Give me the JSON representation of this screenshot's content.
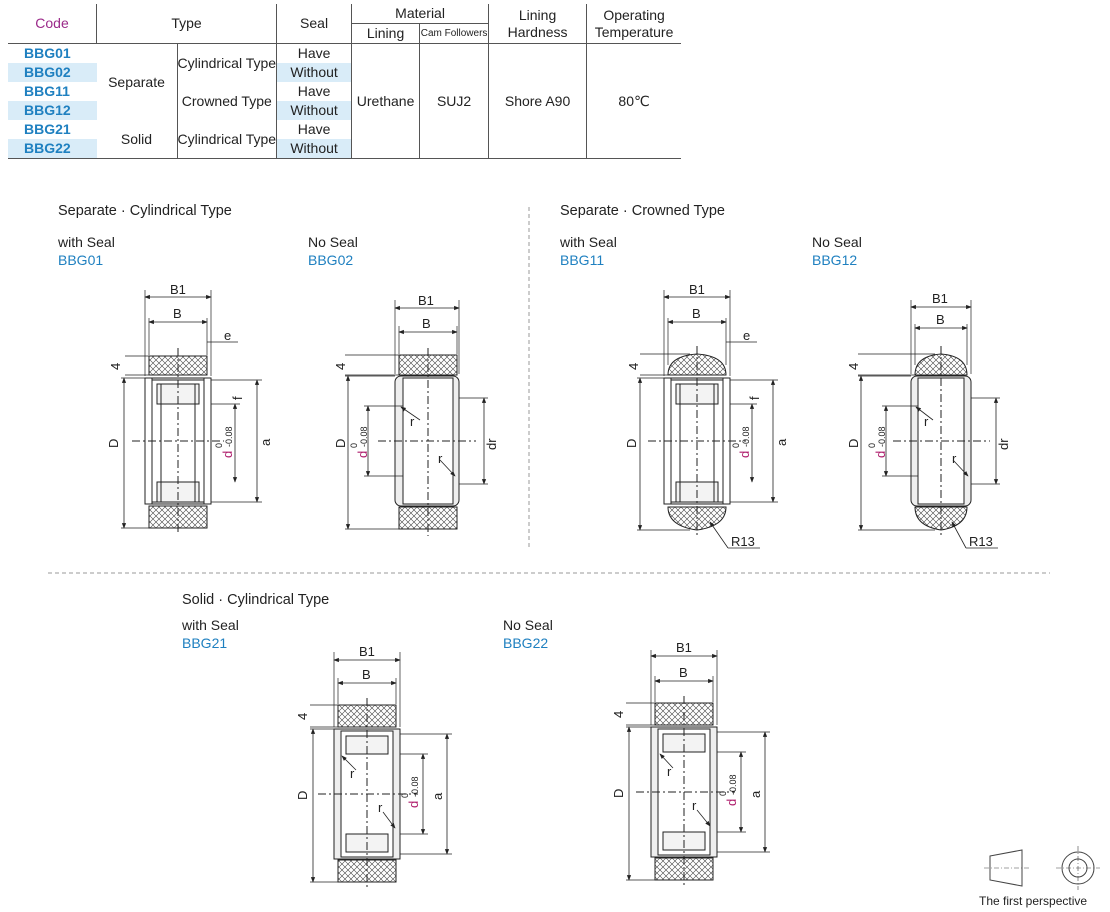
{
  "table": {
    "headers": {
      "code": "Code",
      "type": "Type",
      "seal": "Seal",
      "material": "Material",
      "lining": "Lining",
      "cam_followers": "Cam Followers",
      "lining_hardness": "Lining Hardness",
      "operating_temperature": "Operating Temperature"
    },
    "rows": [
      {
        "code": "BBG01",
        "seal": "Have"
      },
      {
        "code": "BBG02",
        "seal": "Without"
      },
      {
        "code": "BBG11",
        "seal": "Have"
      },
      {
        "code": "BBG12",
        "seal": "Without"
      },
      {
        "code": "BBG21",
        "seal": "Have"
      },
      {
        "code": "BBG22",
        "seal": "Without"
      }
    ],
    "type_groups": [
      {
        "label": "Separate",
        "subtypes": [
          "Cylindrical Type",
          "Crowned Type"
        ]
      },
      {
        "label": "Solid",
        "subtypes": [
          "Cylindrical Type"
        ]
      }
    ],
    "material_lining": "Urethane",
    "material_cam": "SUJ2",
    "hardness": "Shore A90",
    "temperature": "80℃"
  },
  "sections": {
    "sep_cyl": {
      "title": "Separate · Cylindrical Type",
      "seal_label": "with Seal",
      "seal_code": "BBG01",
      "noseal_label": "No Seal",
      "noseal_code": "BBG02"
    },
    "sep_crown": {
      "title": "Separate · Crowned Type",
      "seal_label": "with Seal",
      "seal_code": "BBG11",
      "noseal_label": "No Seal",
      "noseal_code": "BBG12"
    },
    "solid_cyl": {
      "title": "Solid · Cylindrical Type",
      "seal_label": "with Seal",
      "seal_code": "BBG21",
      "noseal_label": "No Seal",
      "noseal_code": "BBG22"
    }
  },
  "dims": {
    "B1": "B1",
    "B": "B",
    "e": "e",
    "f": "f",
    "four": "4",
    "D": "D",
    "d": "d",
    "tol_upper": "0",
    "tol_lower": "-0.08",
    "a": "a",
    "r": "r",
    "dr": "dr",
    "R13": "R13"
  },
  "footer": {
    "projection": "The first perspective"
  }
}
